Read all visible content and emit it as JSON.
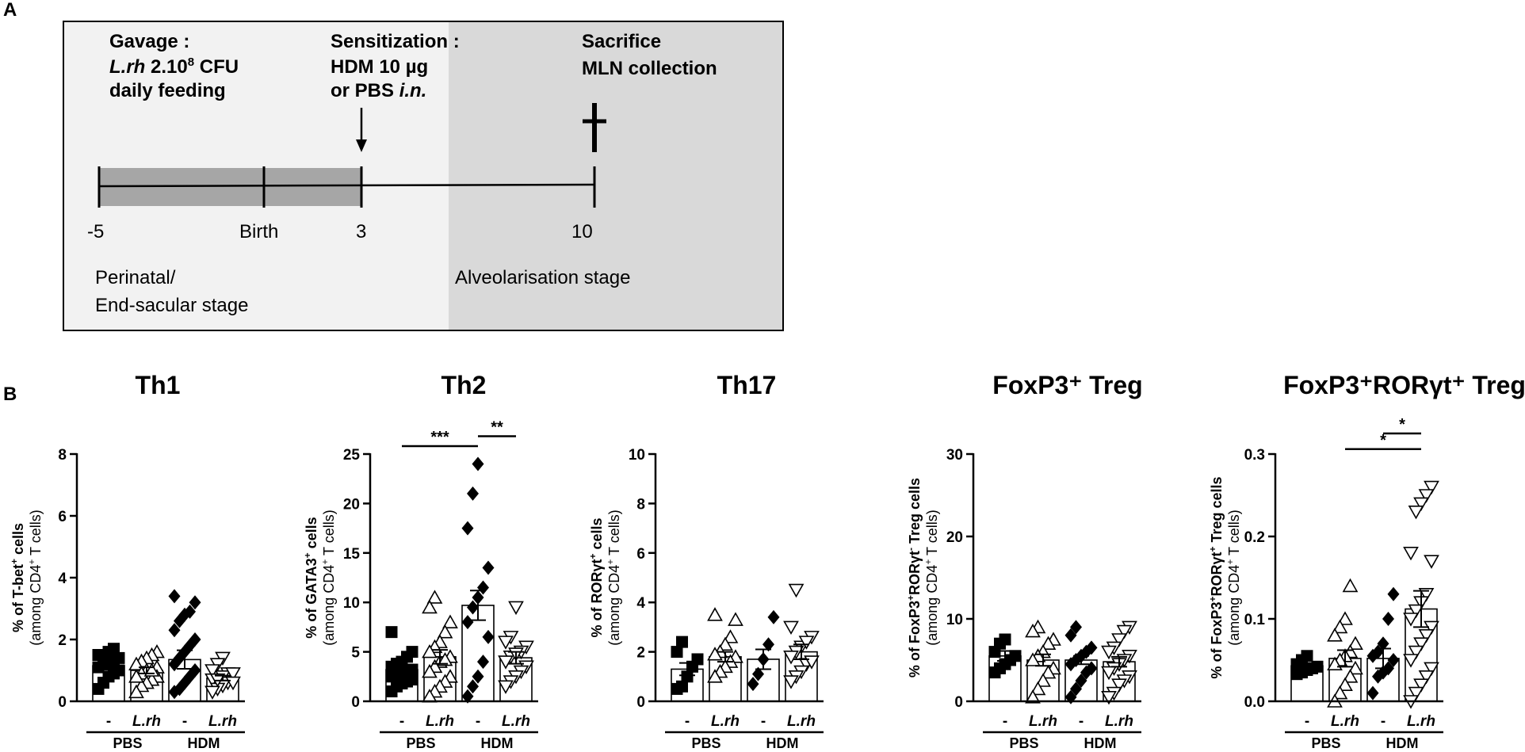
{
  "panels": {
    "a_label": "A",
    "b_label": "B"
  },
  "timeline": {
    "gavage_title": "Gavage :",
    "gavage_line1_a": "L.rh",
    "gavage_line1_b": " 2.10",
    "gavage_line1_sup": "8",
    "gavage_line1_c": " CFU",
    "gavage_line2": "daily feeding",
    "sens_title": "Sensitization :",
    "sens_line1": "HDM 10 µg",
    "sens_line2_a": "or PBS ",
    "sens_line2_b": "i.n.",
    "sac_line1": "Sacrifice",
    "sac_line2": "MLN collection",
    "ticks": [
      "-5",
      "Birth",
      "3",
      "10"
    ],
    "stage1_line1": "Perinatal/",
    "stage1_line2": "End-sacular stage",
    "stage2": "Alveolarisation stage",
    "colors": {
      "light_bg": "#f2f2f2",
      "dark_bg": "#d9d9d9",
      "bar_fill": "#a6a6a6"
    }
  },
  "groups": {
    "categories": [
      "-",
      "L.rh",
      "-",
      "L.rh"
    ],
    "group_labels": [
      "PBS",
      "HDM"
    ]
  },
  "chart_data": [
    {
      "type": "bar",
      "title": "Th1",
      "ylabel_main": "% of T-bet",
      "ylabel_sup": "+",
      "ylabel_tail": " cells",
      "ylabel_sub": "(among CD4",
      "ylabel_sub_sup": "+",
      "ylabel_sub_tail": " T cells)",
      "ylim": [
        0,
        8
      ],
      "yticks": [
        "0",
        "2",
        "4",
        "6",
        "8"
      ],
      "means": [
        1.15,
        1.0,
        1.35,
        0.75
      ],
      "sem": [
        0.12,
        0.1,
        0.3,
        0.08
      ],
      "points": [
        [
          1.5,
          1.4,
          1.6,
          1.3,
          1.2,
          1.1,
          1.0,
          0.9,
          0.8,
          0.6,
          0.4,
          1.7,
          1.5,
          1.2
        ],
        [
          1.6,
          1.5,
          1.4,
          1.3,
          1.2,
          1.1,
          1.0,
          0.9,
          0.8,
          0.7,
          0.6,
          0.5,
          0.3,
          1.0,
          0.8
        ],
        [
          3.4,
          3.2,
          2.9,
          2.6,
          2.3,
          2.0,
          1.8,
          1.6,
          1.4,
          1.2,
          1.0,
          0.8,
          0.6,
          0.4,
          0.3,
          2.8
        ],
        [
          1.4,
          1.2,
          1.0,
          0.9,
          0.8,
          0.7,
          0.6,
          0.5,
          0.4,
          0.3,
          0.9,
          0.6,
          0.7
        ]
      ],
      "markers": [
        "square",
        "triangle-up",
        "diamond",
        "triangle-down"
      ],
      "significance": []
    },
    {
      "type": "bar",
      "title": "Th2",
      "ylabel_main": "% of GATA3",
      "ylabel_sup": "+",
      "ylabel_tail": " cells",
      "ylabel_sub": "(among CD4",
      "ylabel_sub_sup": "+",
      "ylabel_sub_tail": " T cells)",
      "ylim": [
        0,
        25
      ],
      "yticks": [
        "0",
        "5",
        "10",
        "15",
        "20",
        "25"
      ],
      "means": [
        3.2,
        4.5,
        9.7,
        4.4
      ],
      "sem": [
        0.4,
        0.7,
        1.5,
        0.6
      ],
      "points": [
        [
          7.0,
          5.0,
          4.5,
          4.0,
          3.5,
          3.2,
          3.0,
          2.8,
          2.5,
          2.2,
          2.0,
          1.8,
          1.5,
          1.0,
          3.8,
          2.6
        ],
        [
          10.5,
          9.5,
          8.0,
          7.0,
          6.0,
          5.5,
          5.0,
          4.5,
          4.0,
          3.5,
          3.0,
          2.5,
          2.0,
          1.5,
          1.0,
          0.5,
          4.2
        ],
        [
          24.0,
          21.0,
          17.5,
          13.5,
          11.5,
          9.5,
          8.0,
          6.5,
          4.0,
          2.5,
          1.5,
          0.5,
          10.5
        ],
        [
          9.5,
          6.5,
          6.0,
          5.5,
          5.0,
          4.5,
          4.0,
          3.5,
          3.0,
          2.5,
          2.0,
          1.5,
          4.8
        ]
      ],
      "markers": [
        "square",
        "triangle-up",
        "diamond",
        "triangle-down"
      ],
      "significance": [
        {
          "from": 0,
          "to": 2,
          "label": "***",
          "y": 25.8
        },
        {
          "from": 2,
          "to": 3,
          "label": "**",
          "y": 26.8
        }
      ]
    },
    {
      "type": "bar",
      "title": "Th17",
      "ylabel_main": "% of RORγt",
      "ylabel_sup": "+",
      "ylabel_tail": " cells",
      "ylabel_sub": "(among CD4",
      "ylabel_sub_sup": "+",
      "ylabel_sub_tail": " T cells)",
      "ylim": [
        0,
        10
      ],
      "yticks": [
        "0",
        "2",
        "4",
        "6",
        "8",
        "10"
      ],
      "means": [
        1.3,
        1.8,
        1.7,
        2.0
      ],
      "sem": [
        0.25,
        0.2,
        0.4,
        0.3
      ],
      "points": [
        [
          2.4,
          2.0,
          1.7,
          1.4,
          1.0,
          0.6,
          0.5
        ],
        [
          3.5,
          3.3,
          2.6,
          2.3,
          2.0,
          1.8,
          1.6,
          1.4,
          1.2,
          1.0,
          1.9
        ],
        [
          3.4,
          2.3,
          1.7,
          1.1,
          0.7
        ],
        [
          4.5,
          3.0,
          2.6,
          2.2,
          2.0,
          1.8,
          1.5,
          1.2,
          1.0,
          0.8,
          2.4,
          1.6
        ]
      ],
      "markers": [
        "square",
        "triangle-up",
        "diamond",
        "triangle-down"
      ],
      "significance": []
    },
    {
      "type": "bar",
      "title": "FoxP3⁺ Treg",
      "ylabel_main": "% of FoxP3",
      "ylabel_sup": "+",
      "ylabel_tail": "RORγt",
      "ylabel_tail_sup": "-",
      "ylabel_tail2": " Treg cells",
      "ylabel_sub": "(among CD4",
      "ylabel_sub_sup": "+",
      "ylabel_sub_tail": " T cells)",
      "ylim": [
        0,
        30
      ],
      "yticks": [
        "0",
        "10",
        "20",
        "30"
      ],
      "means": [
        5.5,
        5.0,
        5.0,
        4.8
      ],
      "sem": [
        0.6,
        0.7,
        0.5,
        0.6
      ],
      "points": [
        [
          7.5,
          7.0,
          6.0,
          5.5,
          5.0,
          4.5,
          4.0,
          3.5
        ],
        [
          9.0,
          8.5,
          7.5,
          7.0,
          6.0,
          5.5,
          5.0,
          4.0,
          3.5,
          2.5,
          1.5,
          0.5
        ],
        [
          9.0,
          8.0,
          6.5,
          6.0,
          5.5,
          5.0,
          4.5,
          4.0,
          3.5,
          2.5,
          1.5,
          0.5
        ],
        [
          9.0,
          8.5,
          7.5,
          6.5,
          6.0,
          5.5,
          5.0,
          4.5,
          4.0,
          3.5,
          3.0,
          2.5,
          2.0,
          1.0,
          0.5
        ]
      ],
      "markers": [
        "square",
        "triangle-up",
        "diamond",
        "triangle-down"
      ],
      "significance": []
    },
    {
      "type": "bar",
      "title": "FoxP3⁺RORγt⁺ Treg",
      "ylabel_main": "% of FoxP3",
      "ylabel_sup": "+",
      "ylabel_tail": "RORγt",
      "ylabel_tail_sup": "+",
      "ylabel_tail2": " Treg cells",
      "ylabel_sub": "(among CD4",
      "ylabel_sub_sup": "+",
      "ylabel_sub_tail": " T cells)",
      "ylim": [
        0,
        0.3
      ],
      "yticks": [
        "0.0",
        "0.1",
        "0.2",
        "0.3"
      ],
      "means": [
        0.043,
        0.052,
        0.052,
        0.112
      ],
      "sem": [
        0.003,
        0.01,
        0.012,
        0.022
      ],
      "points": [
        [
          0.055,
          0.05,
          0.045,
          0.042,
          0.04,
          0.038,
          0.035,
          0.033
        ],
        [
          0.14,
          0.1,
          0.09,
          0.08,
          0.07,
          0.06,
          0.055,
          0.05,
          0.045,
          0.04,
          0.03,
          0.02,
          0.01,
          0.0
        ],
        [
          0.13,
          0.1,
          0.07,
          0.06,
          0.055,
          0.05,
          0.04,
          0.035,
          0.03,
          0.01
        ],
        [
          0.26,
          0.25,
          0.24,
          0.23,
          0.18,
          0.17,
          0.13,
          0.12,
          0.11,
          0.1,
          0.09,
          0.08,
          0.07,
          0.06,
          0.05,
          0.04,
          0.03,
          0.02,
          0.01,
          0.0
        ]
      ],
      "markers": [
        "square",
        "triangle-up",
        "diamond",
        "triangle-down"
      ],
      "significance": [
        {
          "from": 1,
          "to": 3,
          "label": "*",
          "y": 0.306
        },
        {
          "from": 2,
          "to": 3,
          "label": "*",
          "y": 0.325
        }
      ]
    }
  ]
}
